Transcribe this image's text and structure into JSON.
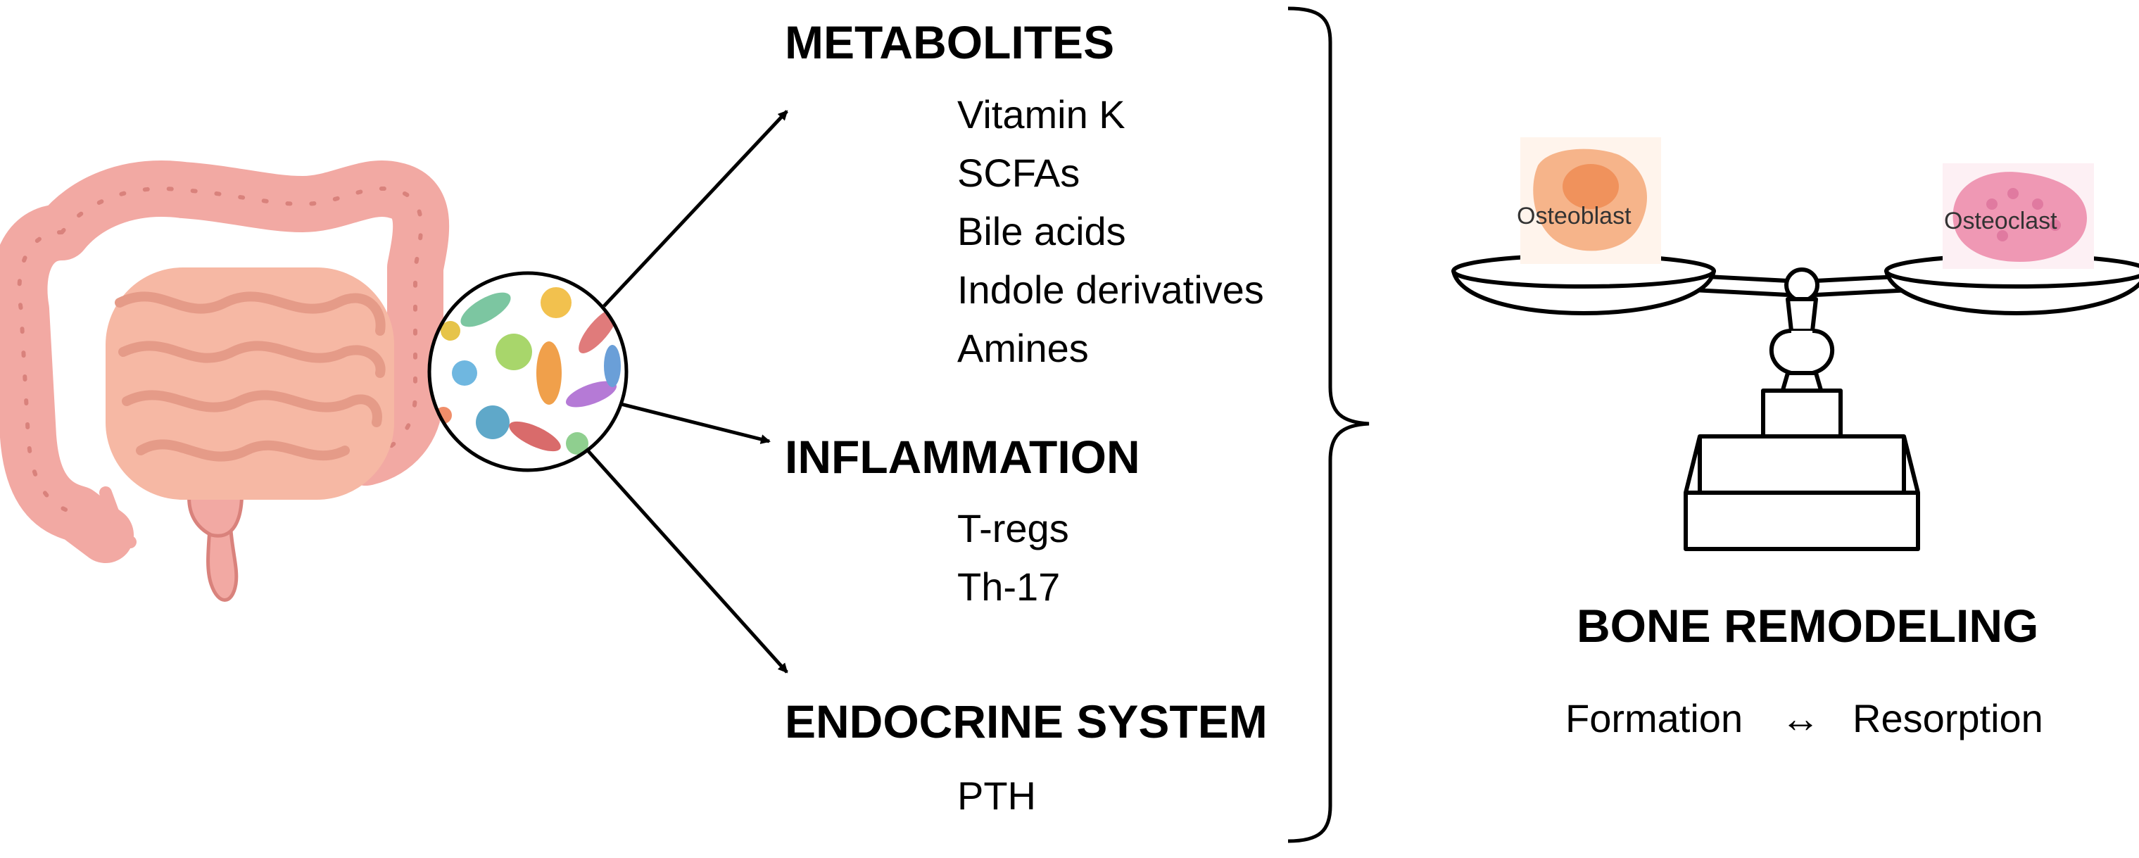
{
  "metabolites": {
    "heading": "METABOLITES",
    "items": [
      "Vitamin K",
      "SCFAs",
      "Bile acids",
      "Indole derivatives",
      "Amines"
    ]
  },
  "inflammation": {
    "heading": "INFLAMMATION",
    "items": [
      "T-regs",
      "Th-17"
    ]
  },
  "endocrine": {
    "heading": "ENDOCRINE SYSTEM",
    "items": [
      "PTH"
    ]
  },
  "bone": {
    "title": "BONE REMODELING",
    "formation": "Formation",
    "arrow": "↔",
    "resorption": "Resorption",
    "osteoblast": "Osteoblast",
    "osteoclast": "Osteoclast"
  },
  "colors": {
    "intestine": "#f2a9a3",
    "intestine_dark": "#d9827c",
    "osteoblast": "#f0925c",
    "osteoclast": "#ef98b4"
  },
  "icons": [
    "intestine-icon",
    "microbiota-icon",
    "balance-scale-icon"
  ]
}
